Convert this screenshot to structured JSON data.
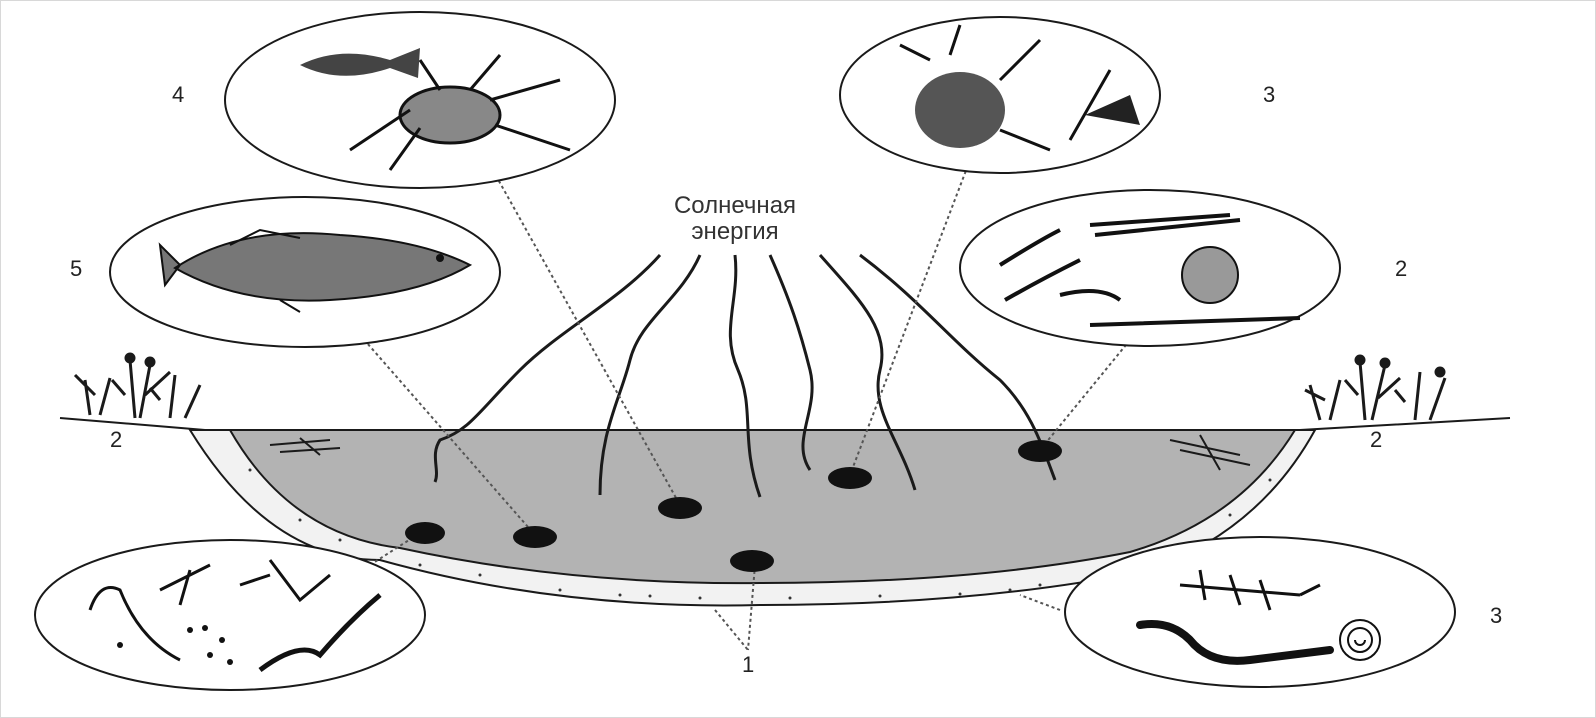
{
  "diagram": {
    "energy_label_line1": "Солнечная",
    "energy_label_line2": "энергия",
    "labels": {
      "top_left": "4",
      "top_right": "3",
      "mid_left": "5",
      "mid_right": "2",
      "shore_left": "2",
      "shore_right": "2",
      "bottom_right": "3",
      "bottom_center": "1"
    },
    "colors": {
      "water": "#b3b3b3",
      "ink": "#1a1a1a",
      "sediment": "#f2f2f2"
    }
  }
}
